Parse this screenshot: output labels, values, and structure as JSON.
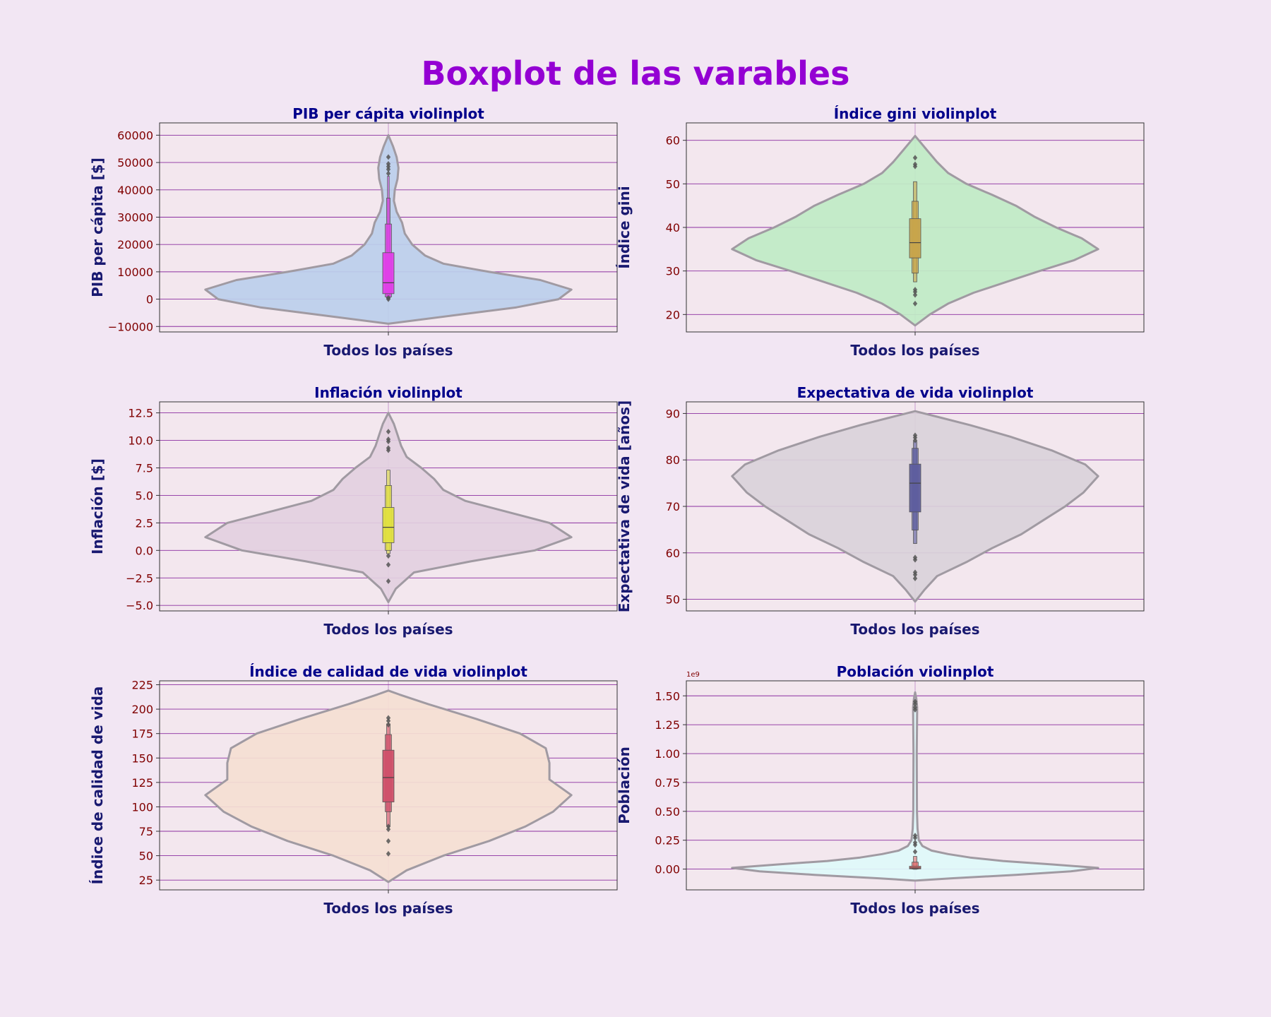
{
  "figure_title": "Boxplot de las varables",
  "colors": {
    "background": "#f2e6f3",
    "title": "#9400d3",
    "panel_title": "#00008b",
    "axis_label": "#191970",
    "tick_label": "#800000",
    "grid": "#8b2fa0",
    "outline": "#a09aa2"
  },
  "chart_data": [
    {
      "type": "violin",
      "title": "PIB per cápita violinplot",
      "xlabel": "Todos los países",
      "ylabel": "PIB per cápita [$]",
      "ylim": [
        -12000,
        64500
      ],
      "yticks": [
        -10000,
        0,
        10000,
        20000,
        30000,
        40000,
        50000,
        60000
      ],
      "ytick_labels": [
        "−10000",
        "0",
        "10000",
        "20000",
        "30000",
        "40000",
        "50000",
        "60000"
      ],
      "fill": "#bccfeb",
      "box_color": "#e040e8",
      "density": [
        [
          -9000,
          0.0
        ],
        [
          -6000,
          0.35
        ],
        [
          -3000,
          0.7
        ],
        [
          0,
          0.93
        ],
        [
          3500,
          1.0
        ],
        [
          7000,
          0.83
        ],
        [
          10000,
          0.55
        ],
        [
          13000,
          0.3
        ],
        [
          16000,
          0.2
        ],
        [
          20000,
          0.13
        ],
        [
          24000,
          0.09
        ],
        [
          28000,
          0.075
        ],
        [
          32000,
          0.045
        ],
        [
          36000,
          0.03
        ],
        [
          40000,
          0.035
        ],
        [
          44000,
          0.05
        ],
        [
          48000,
          0.055
        ],
        [
          52000,
          0.045
        ],
        [
          56000,
          0.025
        ],
        [
          60000,
          0.0
        ]
      ],
      "boxen": [
        {
          "lo": 2000,
          "hi": 17000,
          "w": 1.0
        },
        {
          "lo": 800,
          "hi": 27500,
          "w": 0.55
        },
        {
          "lo": 300,
          "hi": 37000,
          "w": 0.3
        },
        {
          "lo": 100,
          "hi": 45000,
          "w": 0.15
        }
      ],
      "median": 6000,
      "outliers": [
        46000,
        47500,
        48500,
        49500,
        52000,
        0,
        500
      ]
    },
    {
      "type": "violin",
      "title": "Índice gini violinplot",
      "xlabel": "Todos los países",
      "ylabel": "Índice gini",
      "ylim": [
        16,
        64
      ],
      "yticks": [
        20,
        30,
        40,
        50,
        60
      ],
      "ytick_labels": [
        "20",
        "30",
        "40",
        "50",
        "60"
      ],
      "fill": "#c0ecc5",
      "box_color": "#c8a44b",
      "density": [
        [
          17.5,
          0.0
        ],
        [
          20,
          0.08
        ],
        [
          22.5,
          0.18
        ],
        [
          25,
          0.32
        ],
        [
          27.5,
          0.5
        ],
        [
          30,
          0.68
        ],
        [
          32.5,
          0.87
        ],
        [
          35,
          1.0
        ],
        [
          37.5,
          0.91
        ],
        [
          40,
          0.77
        ],
        [
          42.5,
          0.65
        ],
        [
          45,
          0.55
        ],
        [
          47.5,
          0.42
        ],
        [
          50,
          0.28
        ],
        [
          52.5,
          0.18
        ],
        [
          55,
          0.12
        ],
        [
          57.5,
          0.07
        ],
        [
          60,
          0.02
        ],
        [
          61,
          0.0
        ]
      ],
      "boxen": [
        {
          "lo": 33,
          "hi": 42,
          "w": 1.0
        },
        {
          "lo": 29.5,
          "hi": 46,
          "w": 0.55
        },
        {
          "lo": 27.5,
          "hi": 50.5,
          "w": 0.3
        }
      ],
      "median": 36.5,
      "outliers": [
        22.5,
        24.5,
        25.2,
        25.7,
        54,
        54.5,
        56
      ]
    },
    {
      "type": "violin",
      "title": "Inflación violinplot",
      "xlabel": "Todos los países",
      "ylabel": "Inflación [$]",
      "ylim": [
        -5.5,
        13.5
      ],
      "yticks": [
        -5.0,
        -2.5,
        0.0,
        2.5,
        5.0,
        7.5,
        10.0,
        12.5
      ],
      "ytick_labels": [
        "−5.0",
        "−2.5",
        "0.0",
        "2.5",
        "5.0",
        "7.5",
        "10.0",
        "12.5"
      ],
      "fill": "#e3d0df",
      "box_color": "#e0e040",
      "density": [
        [
          -4.7,
          0.0
        ],
        [
          -3.5,
          0.04
        ],
        [
          -2,
          0.14
        ],
        [
          -1,
          0.45
        ],
        [
          0,
          0.8
        ],
        [
          1.2,
          1.0
        ],
        [
          2.5,
          0.88
        ],
        [
          3.5,
          0.65
        ],
        [
          4.5,
          0.42
        ],
        [
          5.5,
          0.3
        ],
        [
          6.5,
          0.25
        ],
        [
          7.5,
          0.18
        ],
        [
          8.5,
          0.1
        ],
        [
          9.5,
          0.07
        ],
        [
          10.5,
          0.05
        ],
        [
          11.5,
          0.03
        ],
        [
          12.5,
          0.0
        ]
      ],
      "boxen": [
        {
          "lo": 0.7,
          "hi": 3.9,
          "w": 1.0
        },
        {
          "lo": 0.0,
          "hi": 5.9,
          "w": 0.55
        },
        {
          "lo": -0.3,
          "hi": 7.3,
          "w": 0.3
        }
      ],
      "median": 2.1,
      "outliers": [
        -2.8,
        -1.3,
        -0.5,
        9.1,
        9.3,
        9.9,
        10.1,
        10.8
      ]
    },
    {
      "type": "violin",
      "title": "Expectativa de vida violinplot",
      "xlabel": "Todos los países",
      "ylabel": "Expectativa de vida [años]",
      "ylim": [
        47.5,
        92.5
      ],
      "yticks": [
        50,
        60,
        70,
        80,
        90
      ],
      "ytick_labels": [
        "50",
        "60",
        "70",
        "80",
        "90"
      ],
      "fill": "#dad3da",
      "box_color": "#5e5e9e",
      "density": [
        [
          49.5,
          0.0
        ],
        [
          52,
          0.05
        ],
        [
          55,
          0.12
        ],
        [
          58,
          0.28
        ],
        [
          61,
          0.42
        ],
        [
          64,
          0.58
        ],
        [
          67,
          0.7
        ],
        [
          70,
          0.82
        ],
        [
          73,
          0.92
        ],
        [
          76.5,
          1.0
        ],
        [
          79,
          0.93
        ],
        [
          82,
          0.75
        ],
        [
          85,
          0.52
        ],
        [
          87.5,
          0.3
        ],
        [
          89,
          0.15
        ],
        [
          90.5,
          0.0
        ]
      ],
      "boxen": [
        {
          "lo": 68.8,
          "hi": 79.1,
          "w": 1.0
        },
        {
          "lo": 64.9,
          "hi": 82.5,
          "w": 0.55
        },
        {
          "lo": 62.0,
          "hi": 84.0,
          "w": 0.3
        }
      ],
      "median": 75.0,
      "outliers": [
        54.5,
        55.3,
        55.8,
        58.5,
        59,
        84.2,
        84.8,
        85.3
      ]
    },
    {
      "type": "violin",
      "title": "Índice de calidad de vida violinplot",
      "xlabel": "Todos los países",
      "ylabel": "Índice de calidad de vida",
      "ylim": [
        15,
        229
      ],
      "yticks": [
        25,
        50,
        75,
        100,
        125,
        150,
        175,
        200,
        225
      ],
      "ytick_labels": [
        "25",
        "50",
        "75",
        "100",
        "125",
        "150",
        "175",
        "200",
        "225"
      ],
      "fill": "#f5dfd3",
      "box_color": "#d0506a",
      "density": [
        [
          23,
          0.0
        ],
        [
          35,
          0.1
        ],
        [
          50,
          0.3
        ],
        [
          65,
          0.55
        ],
        [
          80,
          0.75
        ],
        [
          95,
          0.9
        ],
        [
          112,
          1.0
        ],
        [
          128,
          0.88
        ],
        [
          145,
          0.88
        ],
        [
          160,
          0.86
        ],
        [
          175,
          0.72
        ],
        [
          190,
          0.48
        ],
        [
          205,
          0.22
        ],
        [
          215,
          0.06
        ],
        [
          219,
          0.0
        ]
      ],
      "boxen": [
        {
          "lo": 105,
          "hi": 158,
          "w": 1.0
        },
        {
          "lo": 95,
          "hi": 174,
          "w": 0.55
        },
        {
          "lo": 80,
          "hi": 185,
          "w": 0.3
        }
      ],
      "median": 130,
      "outliers": [
        52,
        65,
        77,
        80,
        184,
        188,
        191
      ]
    },
    {
      "type": "violin",
      "title": "Población violinplot",
      "xlabel": "Todos los países",
      "ylabel": "Población",
      "ylim": [
        -0.18,
        1.63
      ],
      "yticks": [
        0.0,
        0.25,
        0.5,
        0.75,
        1.0,
        1.25,
        1.5
      ],
      "ytick_labels": [
        "0.00",
        "0.25",
        "0.50",
        "0.75",
        "1.00",
        "1.25",
        "1.50"
      ],
      "offset_label": "1e9",
      "fill": "#e0fafa",
      "box_color": "#e06a6a",
      "density": [
        [
          -0.1,
          0.0
        ],
        [
          -0.08,
          0.2
        ],
        [
          -0.05,
          0.55
        ],
        [
          -0.02,
          0.85
        ],
        [
          0.01,
          1.0
        ],
        [
          0.04,
          0.75
        ],
        [
          0.07,
          0.48
        ],
        [
          0.1,
          0.3
        ],
        [
          0.13,
          0.18
        ],
        [
          0.16,
          0.09
        ],
        [
          0.2,
          0.04
        ],
        [
          0.25,
          0.02
        ],
        [
          0.35,
          0.013
        ],
        [
          0.5,
          0.01
        ],
        [
          1.0,
          0.009
        ],
        [
          1.4,
          0.011
        ],
        [
          1.48,
          0.006
        ],
        [
          1.53,
          0.0
        ]
      ],
      "boxen": [
        {
          "lo": 0.002,
          "hi": 0.025,
          "w": 1.0
        },
        {
          "lo": 0.0,
          "hi": 0.06,
          "w": 0.55
        },
        {
          "lo": -0.002,
          "hi": 0.11,
          "w": 0.3
        }
      ],
      "median": 0.01,
      "outliers": [
        0.15,
        0.21,
        0.23,
        0.27,
        0.29,
        1.38,
        1.4,
        1.43,
        1.45
      ]
    }
  ]
}
